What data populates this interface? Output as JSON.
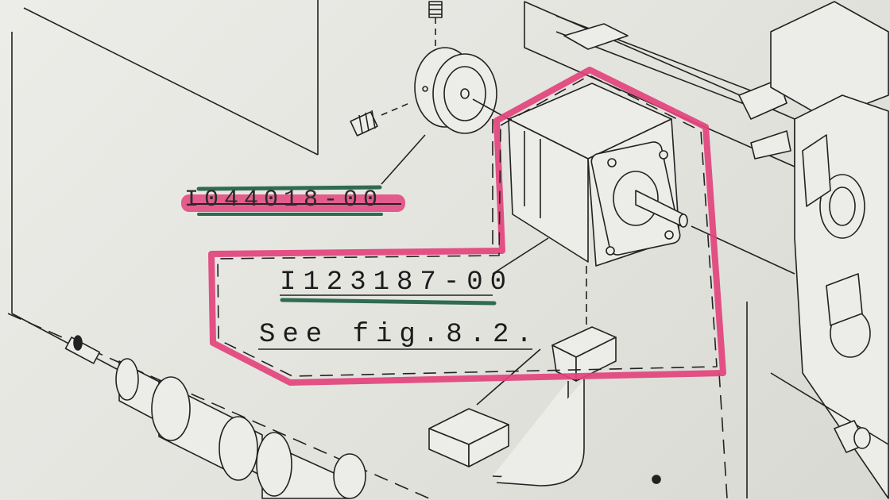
{
  "diagram": {
    "old_part_number": "I044018-00",
    "new_part_number": "I123187-00",
    "reference_note": "See fig.8.2.",
    "colors": {
      "highlight": "#e2437c",
      "underline": "#2f6b52",
      "ink": "#1c1c1c",
      "paper": "#e6e6e1"
    }
  }
}
